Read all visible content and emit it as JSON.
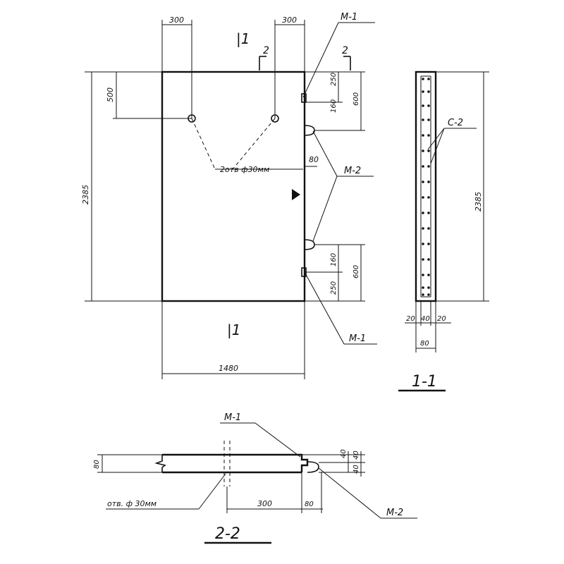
{
  "labels": {
    "m1": "M-1",
    "m2": "M-2",
    "c2": "C-2",
    "holes_main": "2отв ф30мм",
    "hole_section": "отв. ф 30мм",
    "section_mark_1": "1",
    "section_mark_2": "2",
    "cut_1_1": "1-1",
    "cut_2_2": "2-2"
  },
  "dimensions": {
    "top_left": "300",
    "top_right": "300",
    "left_500": "500",
    "left_2385": "2385",
    "bottom_1480": "1480",
    "hole_to_edge_80": "80",
    "right_top_250": "250",
    "right_top_160": "160",
    "right_top_600": "600",
    "right_bot_160": "160",
    "right_bot_600": "600",
    "right_bot_250": "250",
    "section_height_2385": "2385",
    "section_20": "20",
    "section_40": "40",
    "section_20b": "20",
    "section_80": "80",
    "s22_80_left": "80",
    "s22_300": "300",
    "s22_80": "80",
    "s22_40_top": "40",
    "s22_40_bot": "40",
    "s22_40_mid": "40"
  }
}
